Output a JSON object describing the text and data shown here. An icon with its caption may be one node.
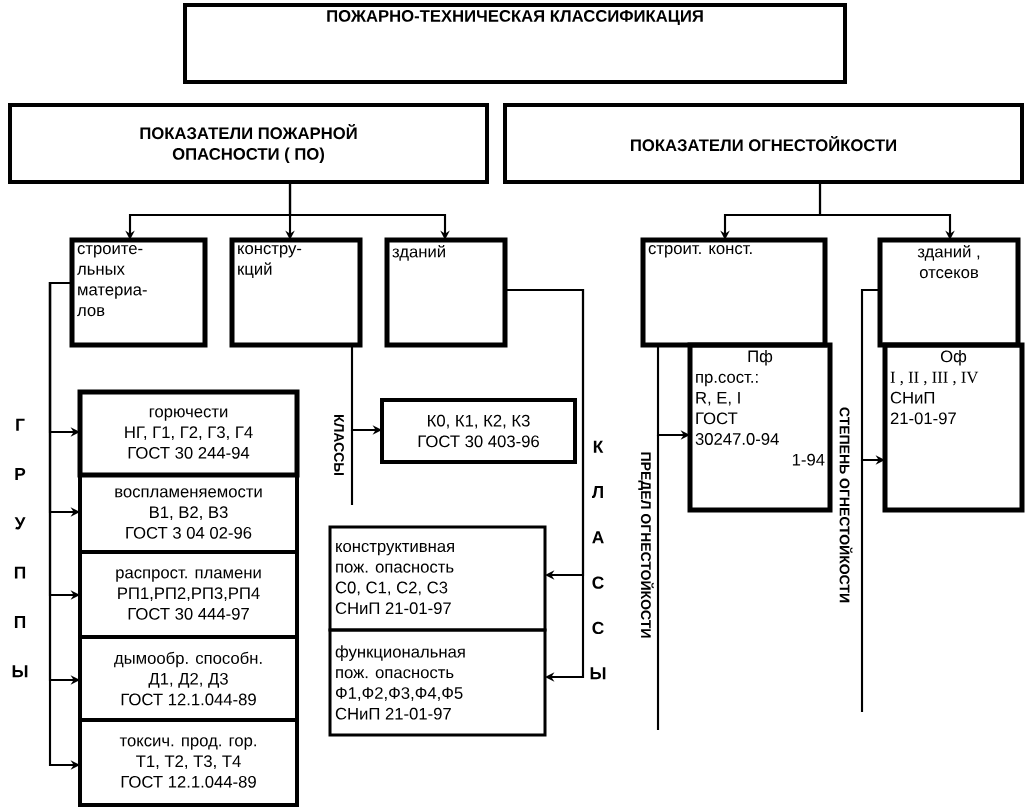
{
  "diagram": {
    "nodes": [
      {
        "text": [
          "ПОЖАРНО-ТЕХНИЧЕСКАЯ КЛАССИФИКАЦИЯ"
        ]
      },
      {
        "text": [
          "ПОКАЗАТЕЛИ ПОЖАРНОЙ ОПАСНОСТИ ( ПО)"
        ]
      },
      {
        "text": [
          "ПОКАЗАТЕЛИ ОГНЕСТОЙКОСТИ"
        ]
      },
      {
        "text": [
          "строите- льных материа- лов"
        ]
      },
      {
        "text": [
          "констру- кций"
        ]
      },
      {
        "text": [
          "зданий"
        ]
      },
      {
        "text": [
          "строит. конст."
        ]
      },
      {
        "text": [
          "зданий , отсеков"
        ]
      },
      {
        "text": [
          "горючести",
          "НГ, Г1, Г2, Г3, Г4",
          "ГОСТ 30 244-94"
        ]
      },
      {
        "text": [
          "воспламеняемости",
          "В1, В2, В3",
          "ГОСТ 3 04 02-96"
        ]
      },
      {
        "text": [
          "распрост. пламени",
          "РП1,РП2,РП3,РП4",
          "ГОСТ 30 444-97"
        ]
      },
      {
        "text": [
          "дымообр. способн.",
          "Д1, Д2, Д3",
          "ГОСТ 12.1.044-89"
        ]
      },
      {
        "text": [
          "токсич. прод. гор.",
          "Т1, Т2, Т3, Т4",
          "ГОСТ 12.1.044-89"
        ]
      },
      {
        "text": [
          "К0, К1, К2, К3",
          "ГОСТ 30 403-96"
        ]
      },
      {
        "text": [
          "конструктивная пож. опасность",
          "С0, С1, С2, С3",
          "СНиП 21-01-97"
        ]
      },
      {
        "text": [
          "функциональная пож. опасность",
          "Ф1,Ф2,Ф3,Ф4,Ф5",
          "СНиП 21-01-97"
        ]
      },
      {
        "text": [
          "Пф",
          "пр.сост.:",
          "R, E, I",
          "ГОСТ",
          "30247.0-94",
          "1-94"
        ]
      },
      {
        "text": [
          "Оф",
          "I , II , III , IV",
          "СНиП",
          "21-01-97"
        ]
      }
    ],
    "edges": [
      {
        "from": 1,
        "to": 3,
        "arrow": "to"
      },
      {
        "from": 1,
        "to": 4,
        "arrow": "to"
      },
      {
        "from": 1,
        "to": 5,
        "arrow": "to"
      },
      {
        "from": 2,
        "to": 6,
        "arrow": "to"
      },
      {
        "from": 2,
        "to": 7,
        "arrow": "to"
      },
      {
        "from": 3,
        "to": 8,
        "arrow": "to"
      },
      {
        "from": 3,
        "to": 9,
        "arrow": "to"
      },
      {
        "from": 3,
        "to": 10,
        "arrow": "to"
      },
      {
        "from": 3,
        "to": 11,
        "arrow": "to"
      },
      {
        "from": 3,
        "to": 12,
        "arrow": "to"
      },
      {
        "from": 4,
        "to": 13,
        "arrow": "to",
        "label": "КЛАССЫ"
      },
      {
        "from": 5,
        "to": 14,
        "arrow": "to"
      },
      {
        "from": 5,
        "to": 15,
        "arrow": "to"
      },
      {
        "from": 6,
        "to": 16,
        "arrow": "to",
        "label": "ПРЕДЕЛ ОГНЕСТОЙКОСТИ"
      },
      {
        "from": 7,
        "to": 17,
        "arrow": "to",
        "label": "СТЕПЕНЬ ОГНЕСТОЙКОСТИ"
      }
    ],
    "labels": [
      "Г Р У П П Ы",
      "К Л А С С Ы"
    ]
  }
}
